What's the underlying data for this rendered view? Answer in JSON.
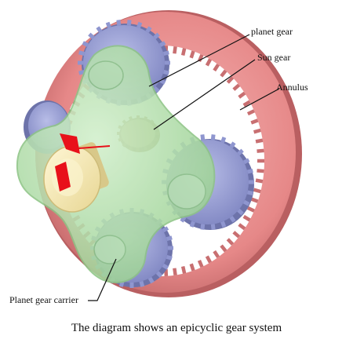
{
  "labels": {
    "planet_gear": "planet gear",
    "sun_gear": "Sun gear",
    "annulus": "Annulus",
    "planet_gear_carrier": "Planet gear carrier"
  },
  "caption": "The diagram shows an epicyclic gear system",
  "colors": {
    "annulus": "#e78a8a",
    "annulus_dark": "#b95f61",
    "planet_gears": "#8f96cf",
    "planet_gears_dark": "#6d73aa",
    "sun_gear": "#b8a36a",
    "carrier": "#a9d9a2",
    "carrier_dark": "#8ec486",
    "shaft": "#f2e8b7",
    "key": "#e8101a",
    "leader": "#111111"
  }
}
